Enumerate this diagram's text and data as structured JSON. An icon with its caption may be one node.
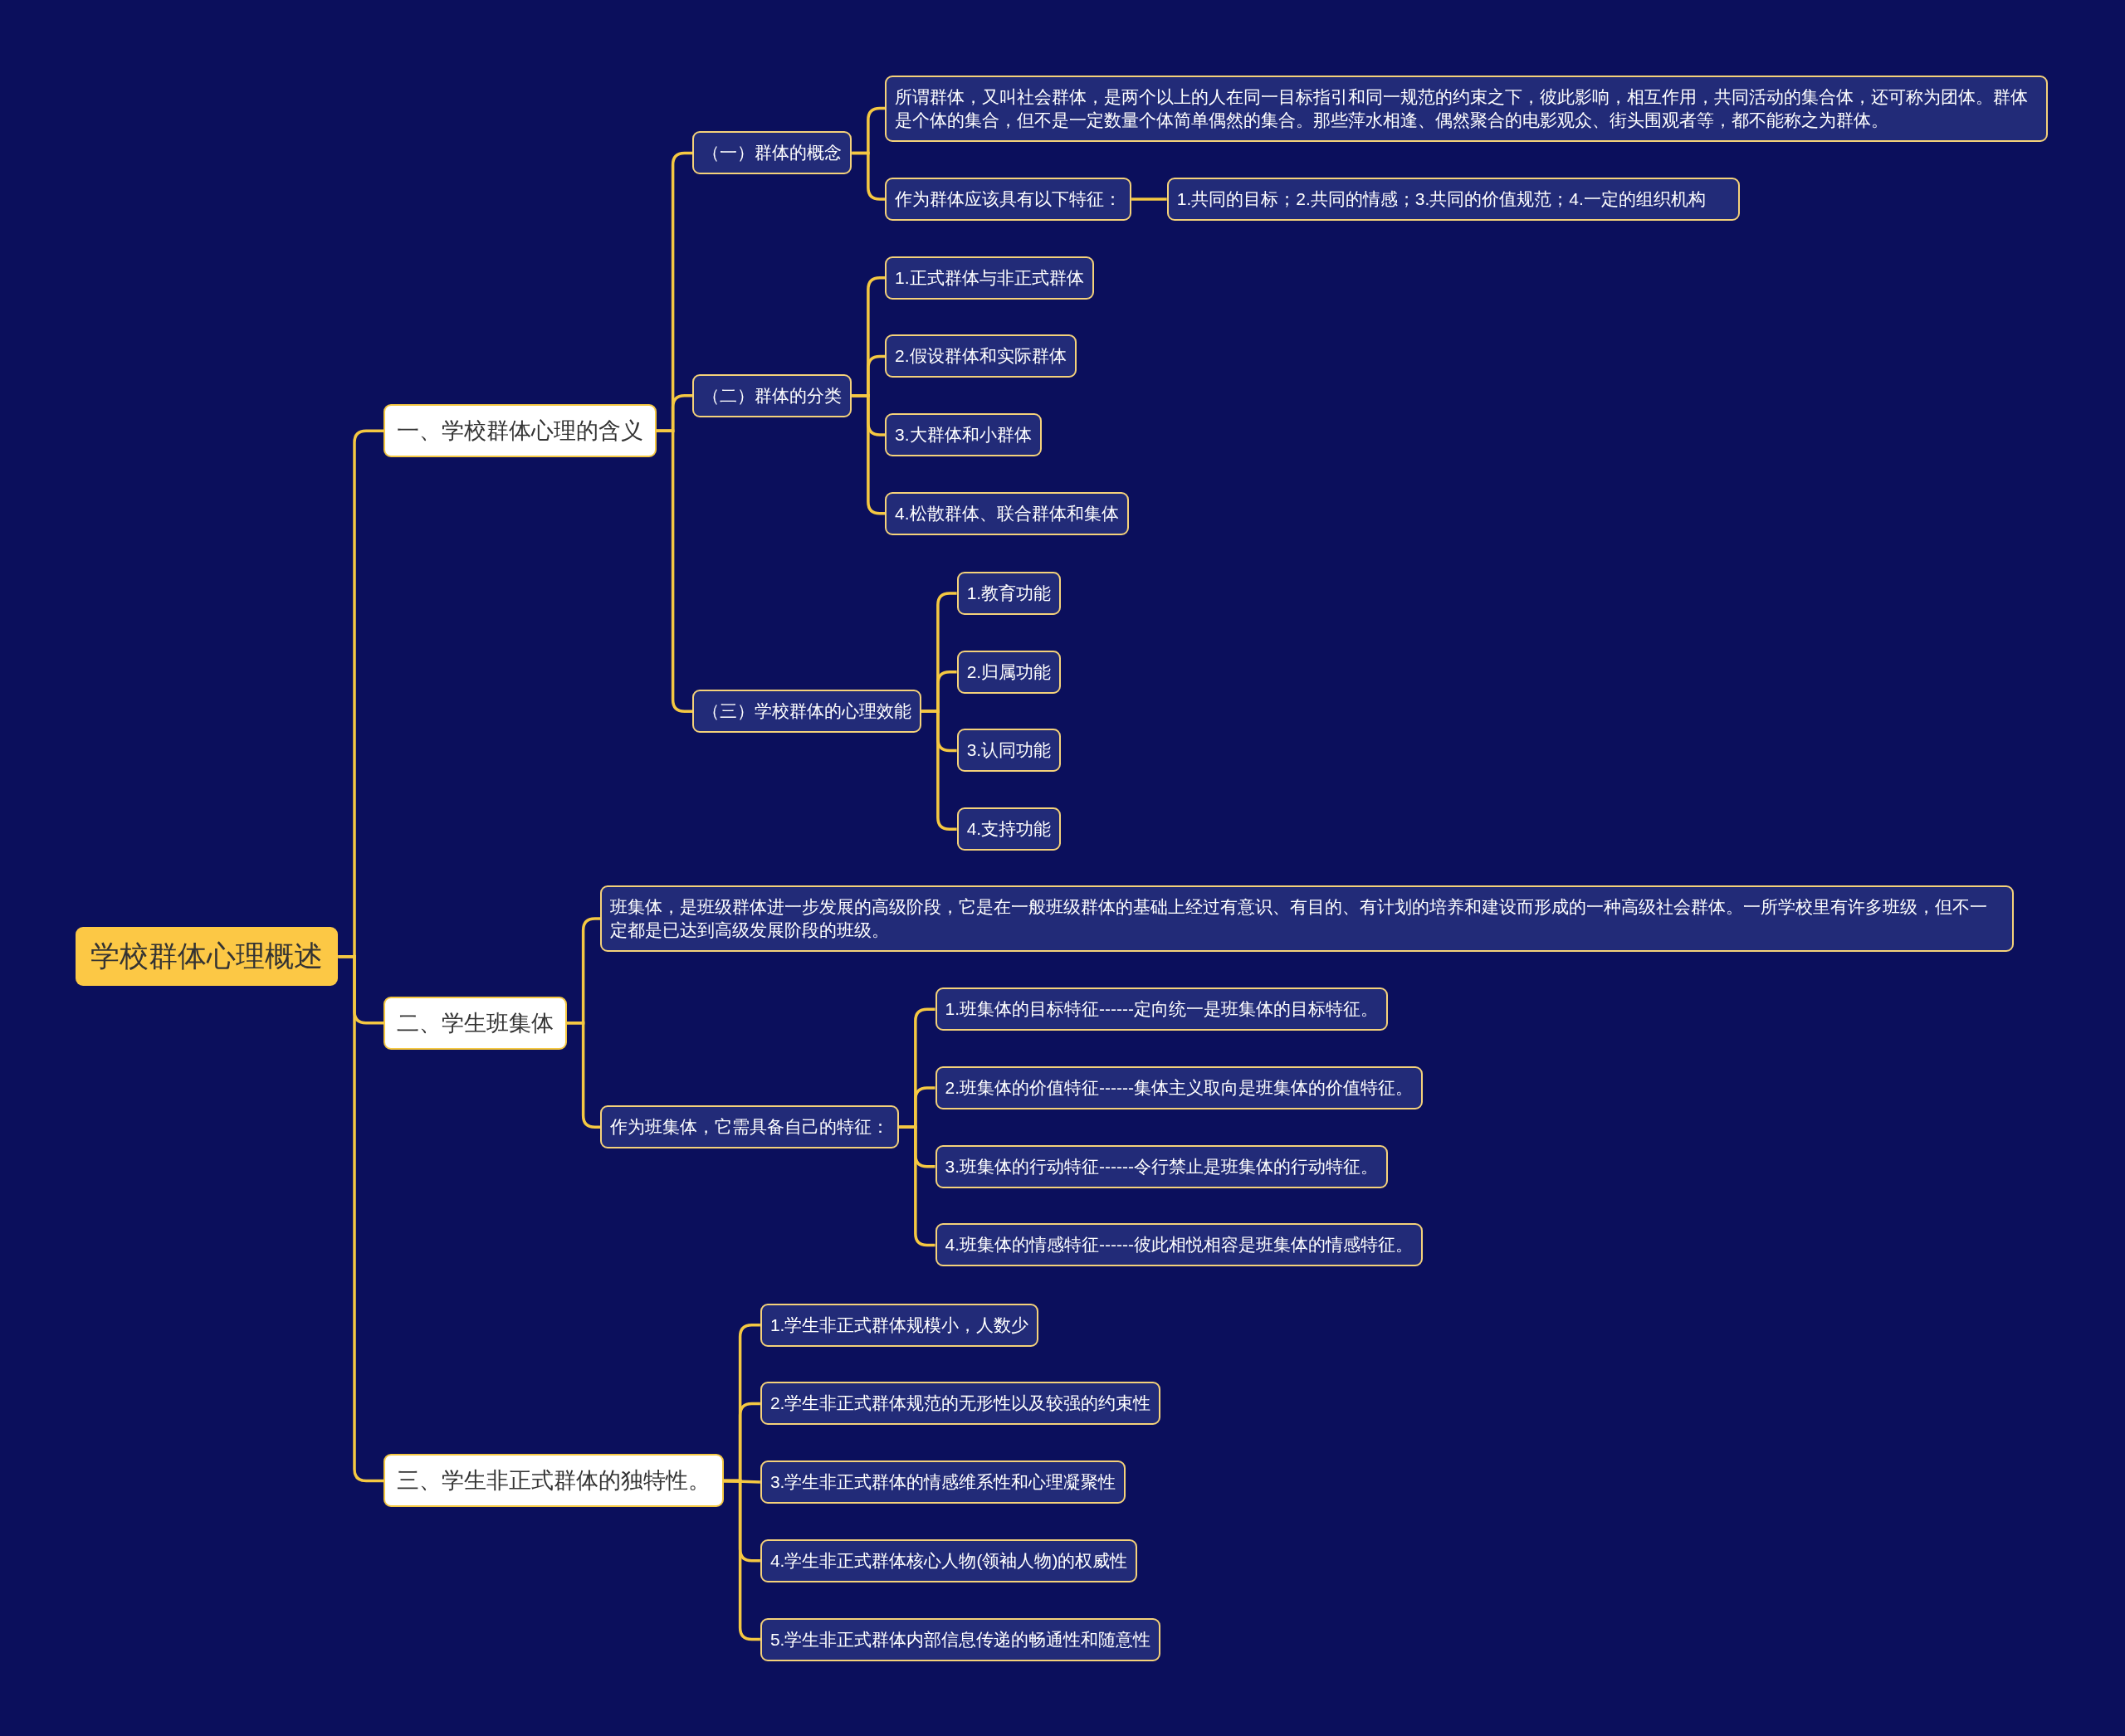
{
  "diagram": {
    "nodes": [
      {
        "text": [
          "学校群体心理概述"
        ]
      },
      {
        "text": [
          "一、学校群体心理的含义"
        ]
      },
      {
        "text": [
          "（一）群体的概念"
        ]
      },
      {
        "text": [
          "所谓群体，又叫社会群体，是两个以上的人在同一目标指引和同一规范的约束之下，彼此影响，相互作用，共同活动的集合体，还可称为团体。群体是个体的集合，但不是一定数量个体简单偶然的集合。那些萍水相逢、偶然聚合的电影观众、街头围观者等，都不能称之为群体。"
        ]
      },
      {
        "text": [
          "作为群体应该具有以下特征："
        ]
      },
      {
        "text": [
          "1.共同的目标；2.共同的情感；3.共同的价值规范；4.一定的组织机构"
        ]
      },
      {
        "text": [
          "（二）群体的分类"
        ]
      },
      {
        "text": [
          "1.正式群体与非正式群体"
        ]
      },
      {
        "text": [
          "2.假设群体和实际群体"
        ]
      },
      {
        "text": [
          "3.大群体和小群体"
        ]
      },
      {
        "text": [
          "4.松散群体、联合群体和集体"
        ]
      },
      {
        "text": [
          "（三）学校群体的心理效能"
        ]
      },
      {
        "text": [
          "1.教育功能"
        ]
      },
      {
        "text": [
          "2.归属功能"
        ]
      },
      {
        "text": [
          "3.认同功能"
        ]
      },
      {
        "text": [
          "4.支持功能"
        ]
      },
      {
        "text": [
          "二、学生班集体"
        ]
      },
      {
        "text": [
          "班集体，是班级群体进一步发展的高级阶段，它是在一般班级群体的基础上经过有意识、有目的、有计划的培养和建设而形成的一种高级社会群体。一所学校里有许多班级，但不一定都是已达到高级发展阶段的班级。"
        ]
      },
      {
        "text": [
          "作为班集体，它需具备自己的特征："
        ]
      },
      {
        "text": [
          "1.班集体的目标特征------定向统一是班集体的目标特征。"
        ]
      },
      {
        "text": [
          "2.班集体的价值特征------集体主义取向是班集体的价值特征。"
        ]
      },
      {
        "text": [
          "3.班集体的行动特征------令行禁止是班集体的行动特征。"
        ]
      },
      {
        "text": [
          "4.班集体的情感特征------彼此相悦相容是班集体的情感特征。"
        ]
      },
      {
        "text": [
          "三、学生非正式群体的独特性。"
        ]
      },
      {
        "text": [
          "1.学生非正式群体规模小，人数少"
        ]
      },
      {
        "text": [
          "2.学生非正式群体规范的无形性以及较强的约束性"
        ]
      },
      {
        "text": [
          "3.学生非正式群体的情感维系性和心理凝聚性"
        ]
      },
      {
        "text": [
          "4.学生非正式群体核心人物(领袖人物)的权威性"
        ]
      },
      {
        "text": [
          "5.学生非正式群体内部信息传递的畅通性和随意性"
        ]
      }
    ],
    "edges": [
      {
        "from": 0,
        "to": 1,
        "arrow": "none"
      },
      {
        "from": 1,
        "to": 2,
        "arrow": "none"
      },
      {
        "from": 2,
        "to": 3,
        "arrow": "none"
      },
      {
        "from": 2,
        "to": 4,
        "arrow": "none"
      },
      {
        "from": 4,
        "to": 5,
        "arrow": "none"
      },
      {
        "from": 1,
        "to": 6,
        "arrow": "none"
      },
      {
        "from": 6,
        "to": 7,
        "arrow": "none"
      },
      {
        "from": 6,
        "to": 8,
        "arrow": "none"
      },
      {
        "from": 6,
        "to": 9,
        "arrow": "none"
      },
      {
        "from": 6,
        "to": 10,
        "arrow": "none"
      },
      {
        "from": 1,
        "to": 11,
        "arrow": "none"
      },
      {
        "from": 11,
        "to": 12,
        "arrow": "none"
      },
      {
        "from": 11,
        "to": 13,
        "arrow": "none"
      },
      {
        "from": 11,
        "to": 14,
        "arrow": "none"
      },
      {
        "from": 11,
        "to": 15,
        "arrow": "none"
      },
      {
        "from": 0,
        "to": 16,
        "arrow": "none"
      },
      {
        "from": 16,
        "to": 17,
        "arrow": "none"
      },
      {
        "from": 16,
        "to": 18,
        "arrow": "none"
      },
      {
        "from": 18,
        "to": 19,
        "arrow": "none"
      },
      {
        "from": 18,
        "to": 20,
        "arrow": "none"
      },
      {
        "from": 18,
        "to": 21,
        "arrow": "none"
      },
      {
        "from": 18,
        "to": 22,
        "arrow": "none"
      },
      {
        "from": 0,
        "to": 23,
        "arrow": "none"
      },
      {
        "from": 23,
        "to": 24,
        "arrow": "none"
      },
      {
        "from": 23,
        "to": 25,
        "arrow": "none"
      },
      {
        "from": 23,
        "to": 26,
        "arrow": "none"
      },
      {
        "from": 23,
        "to": 27,
        "arrow": "none"
      },
      {
        "from": 23,
        "to": 28,
        "arrow": "none"
      }
    ]
  }
}
